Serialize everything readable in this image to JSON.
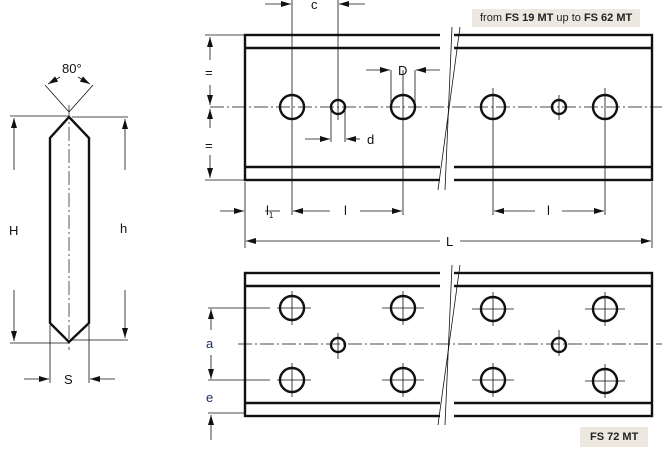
{
  "variants": {
    "top": {
      "prefix": "from ",
      "model_from": "FS 19 MT",
      "middle": " up to ",
      "model_to": "FS 62 MT"
    },
    "bottom": {
      "model": "FS 72 MT"
    }
  },
  "profile": {
    "angle": "80°",
    "H": "H",
    "h": "h",
    "S": "S"
  },
  "top_plate": {
    "c": "c",
    "D": "D",
    "d": "d",
    "eq1": "=",
    "eq2": "=",
    "l1": "l",
    "l1_sub": "1",
    "l_a": "l",
    "l_b": "l",
    "L": "L"
  },
  "bottom_plate": {
    "a": "a",
    "e": "e"
  },
  "colors": {
    "tag_bg": "#ece8df",
    "label_ae": "#1a2a5a"
  }
}
